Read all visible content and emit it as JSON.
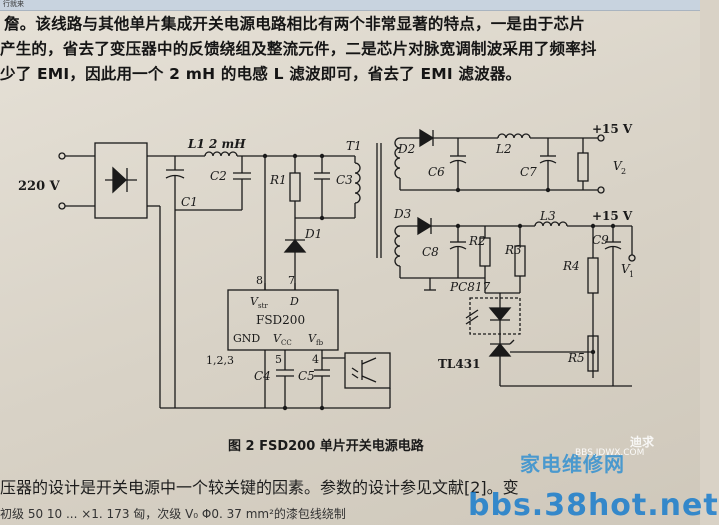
{
  "paragraph": {
    "line1": "詹。该线路与其他单片集成开关电源电路相比有两个非常显著的特点，一是由于芯片",
    "line2": "产生的，省去了变压器中的反馈绕组及整流元件，二是芯片对脉宽调制波采用了频率抖",
    "line3": "少了 EMI，因此用一个 2 mH 的电感 L 滤波即可，省去了 EMI 滤波器。"
  },
  "window_strip": "行就来",
  "circuit": {
    "input_label": "220 V",
    "inductor_label": "L1  2 mH",
    "C1": "C1",
    "C2": "C2",
    "C3": "C3",
    "C4": "C4",
    "C5": "C5",
    "C6": "C6",
    "C7": "C7",
    "C8": "C8",
    "C9": "C9",
    "R1": "R1",
    "R2": "R2",
    "R3": "R3",
    "R4": "R4",
    "R5": "R5",
    "D1": "D1",
    "D2": "D2",
    "D3": "D3",
    "L2": "L2",
    "L3": "L3",
    "T1": "T1",
    "out_v_top": "+15 V",
    "out_name_top": "V",
    "out_sub_top": "2",
    "out_v_bottom": "+15 V",
    "out_name_bottom": "V",
    "out_sub_bottom": "1",
    "pin8": "8",
    "pin7": "7",
    "pin5": "5",
    "pin4": "4",
    "pin123": "1,2,3",
    "chip_vstr": "V",
    "chip_vstr_sub": "str",
    "chip_d": "D",
    "chip_name": "FSD200",
    "chip_gnd": "GND",
    "chip_vcc": "V",
    "chip_vcc_sub": "CC",
    "chip_vfb": "V",
    "chip_vfb_sub": "fb",
    "optocoupler": "PC817",
    "regulator": "TL431"
  },
  "caption": "图 2   FSD200 单片开关电源电路",
  "bottom": {
    "line1": "压器的设计是开关电源中一个较关键的因素。参数的设计参见文献[2]。变",
    "line2": "初级 50  10 ...  ×1. 173 匈，次级 V₀ Φ0. 37 mm²的漆包线绕制"
  },
  "watermark": {
    "site_cn": "家电维修网",
    "site_url": "BBS.JDWX.COM",
    "forum": "bbs.38hot.net",
    "corner": "迪求"
  },
  "colors": {
    "paper": "#e2ddd2",
    "ink": "#1a1a1a",
    "watermark": "#1f7fcf"
  }
}
